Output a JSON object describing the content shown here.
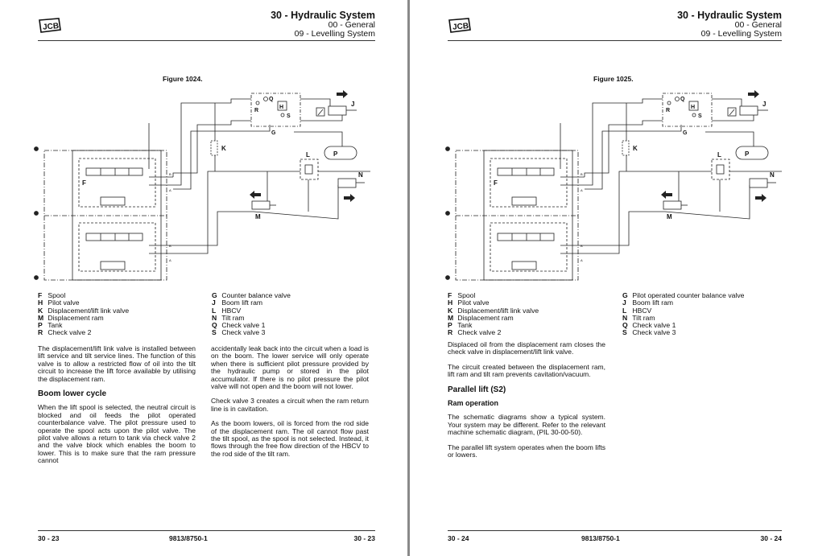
{
  "header": {
    "title": "30 - Hydraulic System",
    "section": "00 - General",
    "subsection": "09 - Levelling System",
    "logo_text": "JCB"
  },
  "diagram_labels": {
    "F": "F",
    "G": "G",
    "H": "H",
    "J": "J",
    "K": "K",
    "L": "L",
    "M": "M",
    "N": "N",
    "P": "P",
    "Q": "Q",
    "R": "R",
    "S": "S",
    "A": "A",
    "B": "B"
  },
  "pages": [
    {
      "figure": "Figure 1024.",
      "legend_left": [
        [
          "F",
          "Spool"
        ],
        [
          "H",
          "Pilot valve"
        ],
        [
          "K",
          "Displacement/lift link valve"
        ],
        [
          "M",
          "Displacement ram"
        ],
        [
          "P",
          "Tank"
        ],
        [
          "R",
          "Check valve 2"
        ]
      ],
      "legend_right": [
        [
          "G",
          "Counter balance valve"
        ],
        [
          "J",
          "Boom lift ram"
        ],
        [
          "L",
          "HBCV"
        ],
        [
          "N",
          "Tilt ram"
        ],
        [
          "Q",
          "Check valve 1"
        ],
        [
          "S",
          "Check valve 3"
        ]
      ],
      "col1": {
        "p1": "The displacement/lift link valve is installed between lift service and tilt service lines. The function of this valve is to allow a restricted flow of oil into the tilt circuit to increase the lift force available by utilising the displacement ram.",
        "h1": "Boom lower cycle",
        "p2": "When the lift spool is selected, the neutral circuit is blocked and oil feeds the pilot operated counterbalance valve. The pilot pressure used to operate the spool acts upon the pilot valve. The pilot valve allows a return to tank via check valve 2 and the valve block which enables the boom to lower. This is to make sure that the ram pressure cannot"
      },
      "col2": {
        "p1": "accidentally leak back into the circuit when a load is on the boom. The lower service will only operate when there is sufficient pilot pressure provided by the hydraulic pump or stored in the pilot accumulator. If there is no pilot pressure the pilot valve will not open and the boom will not lower.",
        "p2": "Check valve 3 creates a circuit when the ram return line is in cavitation.",
        "p3": "As the boom lowers, oil is forced from the rod side of the displacement ram. The oil cannot flow past the tilt spool, as the spool is not selected. Instead, it flows through the free flow direction of the HBCV to the rod side of the tilt ram."
      },
      "footer": {
        "left": "30 - 23",
        "center": "9813/8750-1",
        "right": "30 - 23"
      }
    },
    {
      "figure": "Figure 1025.",
      "legend_left": [
        [
          "F",
          "Spool"
        ],
        [
          "H",
          "Pilot valve"
        ],
        [
          "K",
          "Displacement/lift link valve"
        ],
        [
          "M",
          "Displacement ram"
        ],
        [
          "P",
          "Tank"
        ],
        [
          "R",
          "Check valve 2"
        ]
      ],
      "legend_right": [
        [
          "G",
          "Pilot operated counter balance valve"
        ],
        [
          "J",
          "Boom lift ram"
        ],
        [
          "L",
          "HBCV"
        ],
        [
          "N",
          "Tilt ram"
        ],
        [
          "Q",
          "Check valve 1"
        ],
        [
          "S",
          "Check valve 3"
        ]
      ],
      "col1": {
        "p1": "Displaced oil from the displacement ram closes the check valve in displacement/lift link valve.",
        "p2": "The circuit created between the displacement ram, lift ram and tilt ram prevents cavitation/vacuum.",
        "h1": "Parallel lift (S2)",
        "h2": "Ram operation",
        "p3": "The schematic diagrams show a typical system. Your system may be different. Refer to the relevant machine schematic diagram, (PIL 30-00-50).",
        "p4": "The parallel lift system operates when the boom lifts or lowers."
      },
      "footer": {
        "left": "30 - 24",
        "center": "9813/8750-1",
        "right": "30 - 24"
      }
    }
  ]
}
